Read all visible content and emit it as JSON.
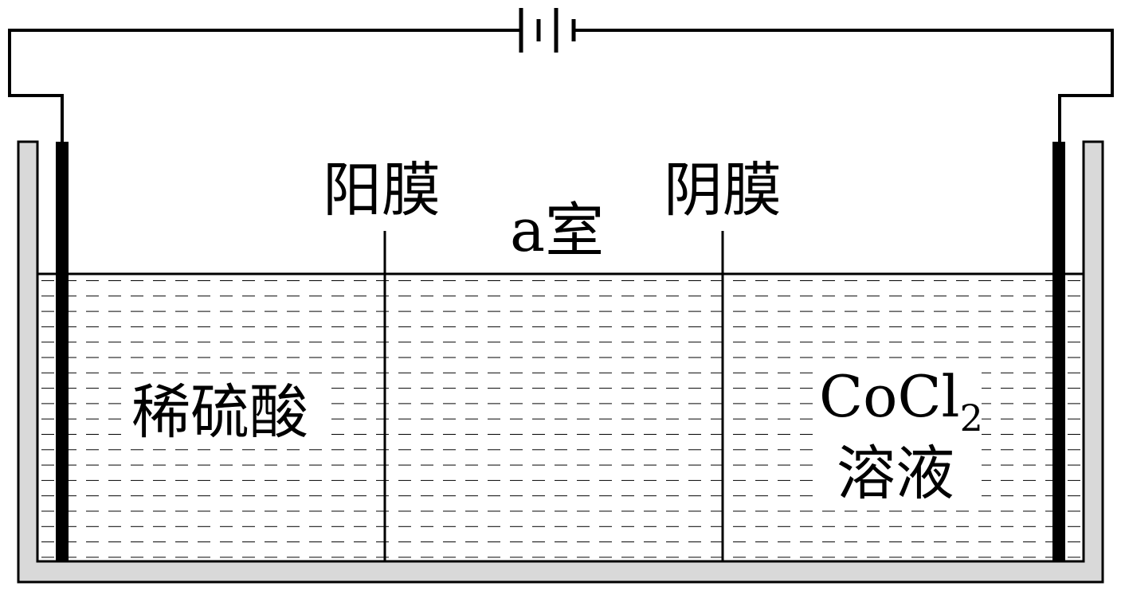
{
  "labels": {
    "anion_membrane": "阳膜",
    "cation_membrane": "阴膜",
    "middle_chamber": "a室",
    "left_solution": "稀硫酸",
    "right_solution_formula": "CoCl",
    "right_solution_subscript": "2",
    "right_solution_name": "溶液"
  },
  "colors": {
    "line": "#000000",
    "container_fill": "#d9d9d9",
    "electrode": "#000000",
    "background": "#ffffff"
  }
}
